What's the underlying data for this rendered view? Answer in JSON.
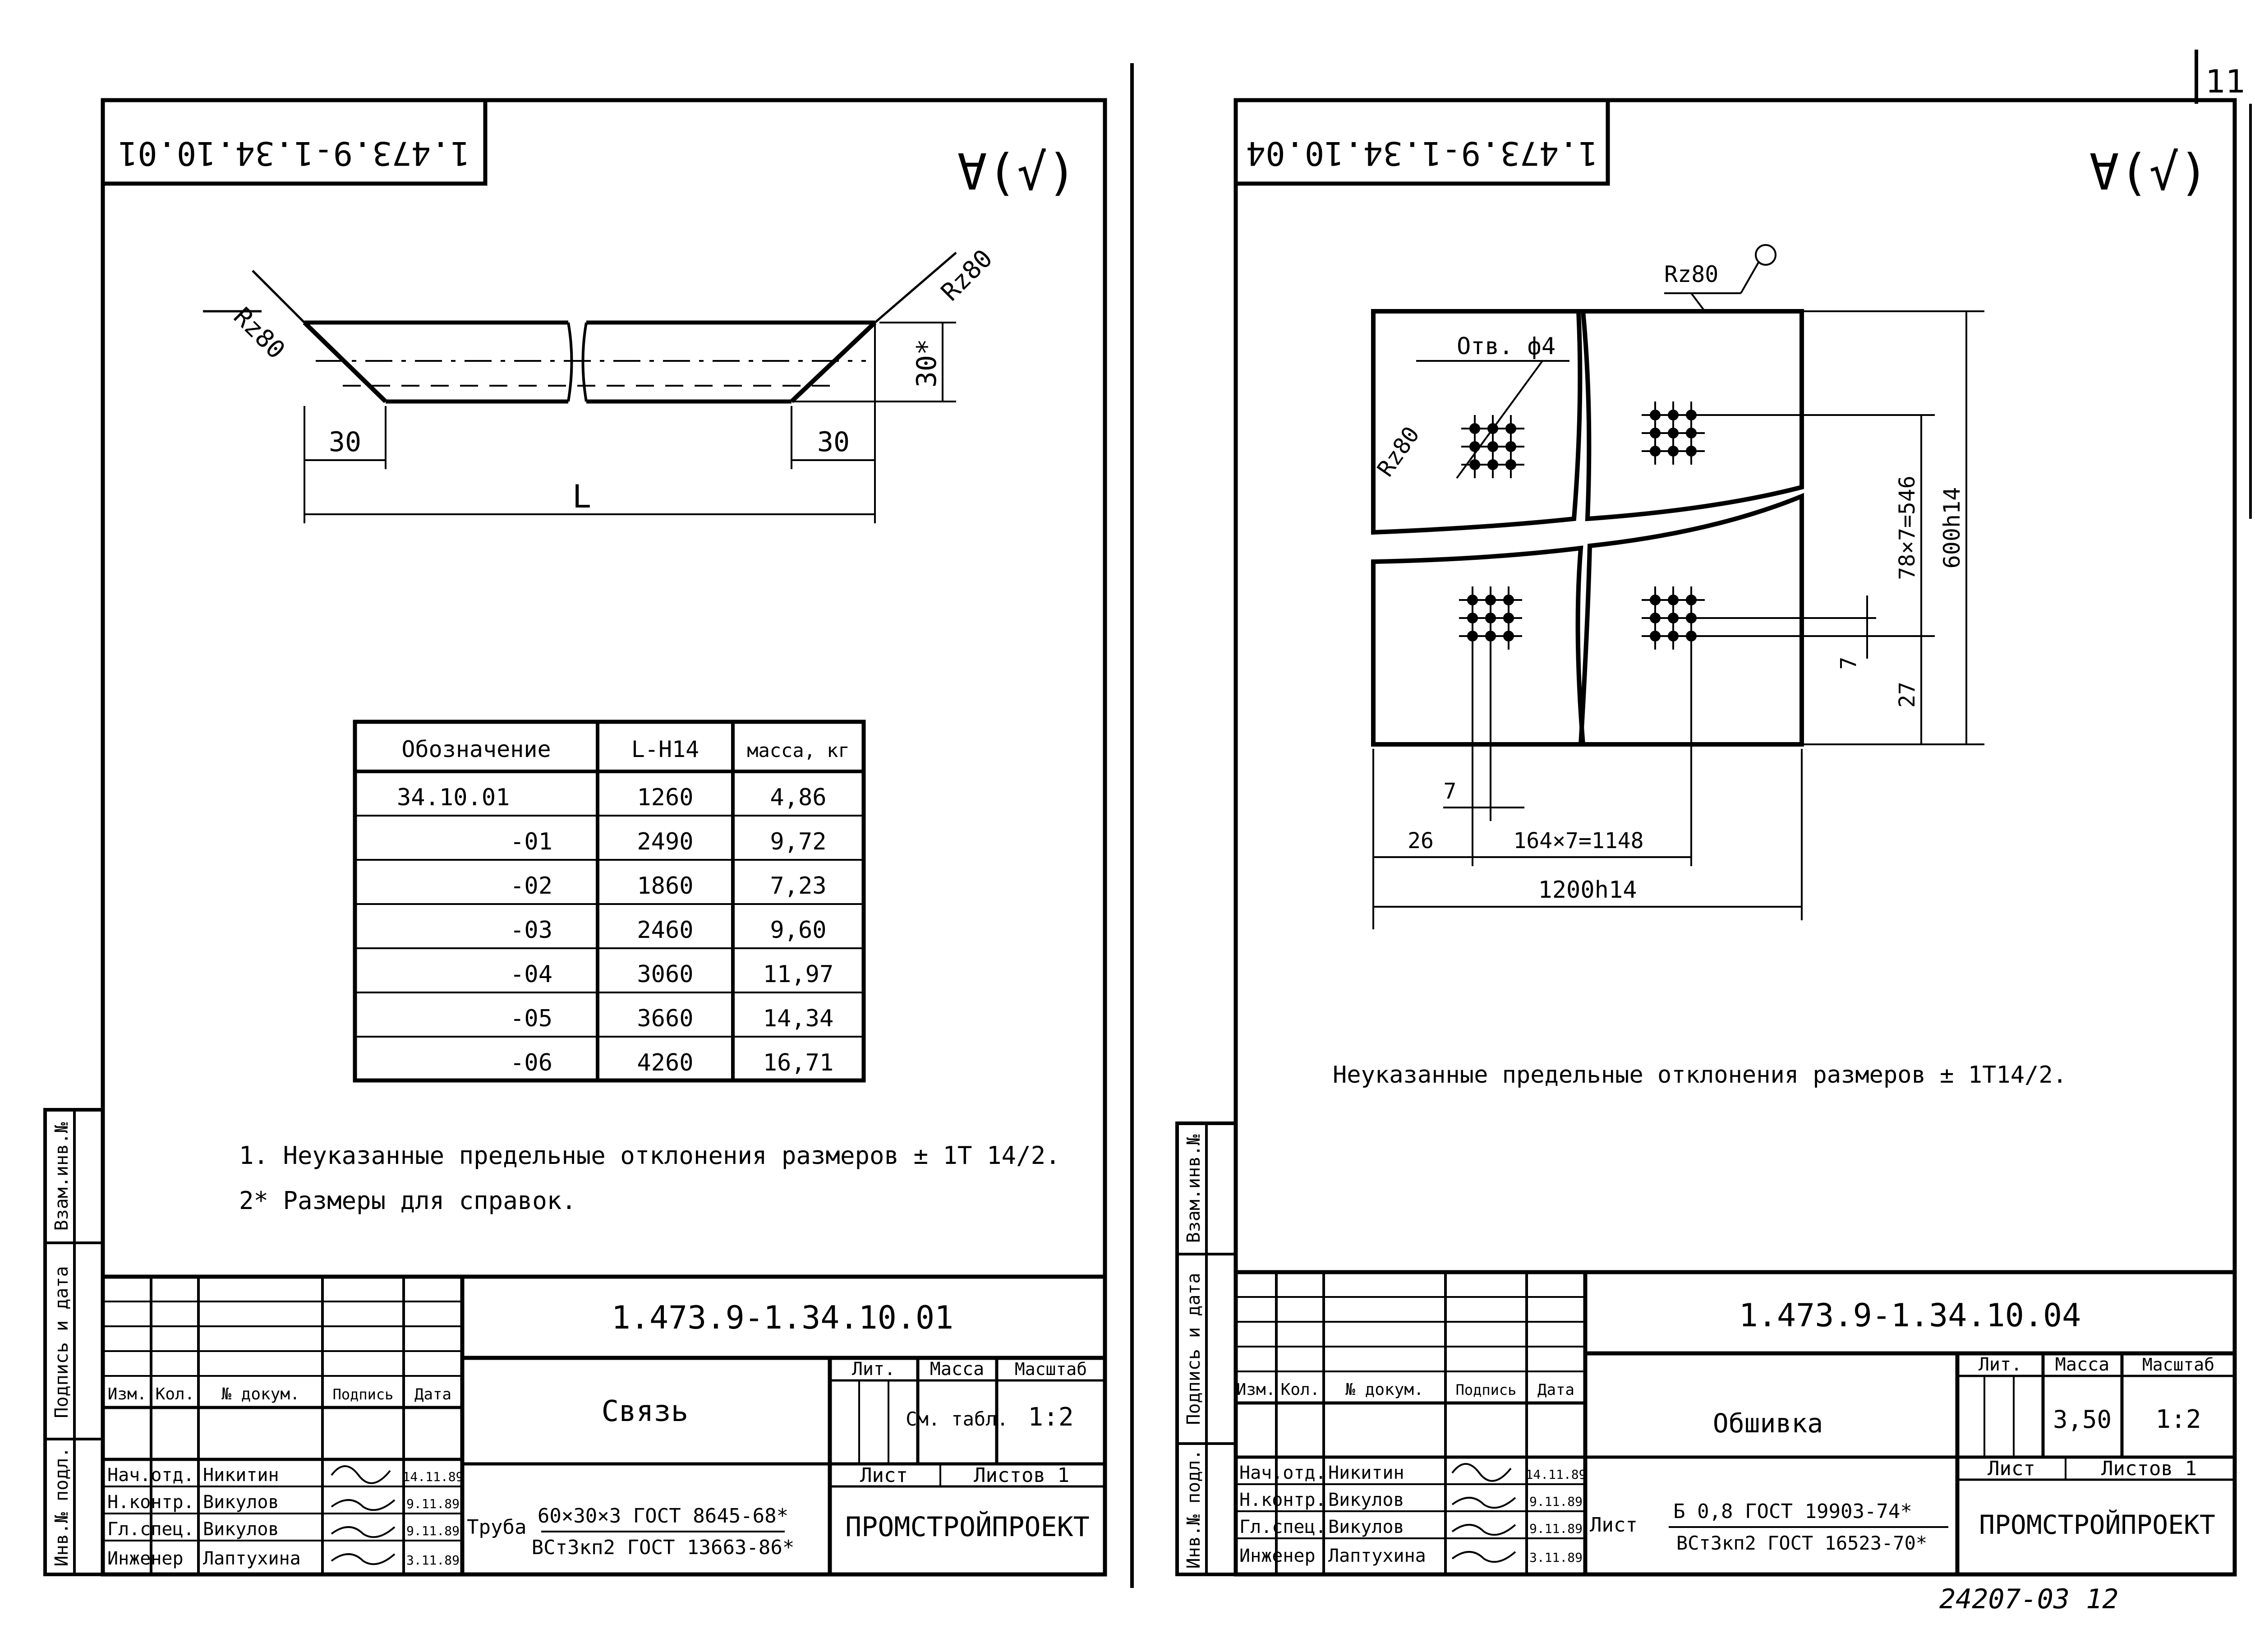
{
  "page_number": "11",
  "bottom_code": "24207-03  12",
  "left_sheet": {
    "mirrored_code": "1.473.9-1.34.10.01",
    "finish_mark": "∀(√)",
    "roughness": "Rz80",
    "dims": {
      "chamfer_left": "30",
      "chamfer_right": "30",
      "height": "30*",
      "length": "L"
    },
    "table": {
      "headers": [
        "Обозначение",
        "L-H14",
        "масса, кг"
      ],
      "rows": [
        [
          "34.10.01",
          "1260",
          "4,86"
        ],
        [
          "-01",
          "2490",
          "9,72"
        ],
        [
          "-02",
          "1860",
          "7,23"
        ],
        [
          "-03",
          "2460",
          "9,60"
        ],
        [
          "-04",
          "3060",
          "11,97"
        ],
        [
          "-05",
          "3660",
          "14,34"
        ],
        [
          "-06",
          "4260",
          "16,71"
        ]
      ]
    },
    "notes": [
      "1. Неуказанные предельные отклонения размеров ± 1Т 14/2.",
      "2* Размеры для справок."
    ],
    "title_block": {
      "doc_code": "1.473.9-1.34.10.01",
      "name": "Связь",
      "lit_label": "Лит.",
      "mass_label": "Масса",
      "scale_label": "Масштаб",
      "mass": "См. табл.",
      "scale": "1:2",
      "sheet_label": "Лист",
      "sheets_label": "Листов 1",
      "material_prefix": "Труба",
      "material_top": "60×30×3 ГОСТ 8645-68*",
      "material_bottom": "ВСт3кп2 ГОСТ 13663-86*",
      "org": "ПРОМСТРОЙПРОЕКТ",
      "header_cols": [
        "Изм.",
        "Кол.",
        "№ докум.",
        "Подпись",
        "Дата"
      ],
      "staff": [
        {
          "role": "Нач.отд.",
          "name": "Никитин",
          "date": "14.11.89"
        },
        {
          "role": "Н.контр.",
          "name": "Викулов",
          "date": "9.11.89"
        },
        {
          "role": "Гл.спец.",
          "name": "Викулов",
          "date": "9.11.89"
        },
        {
          "role": "Инженер",
          "name": "Лаптухина",
          "date": "3.11.89"
        }
      ]
    }
  },
  "right_sheet": {
    "mirrored_code": "1.473.9-1.34.10.04",
    "finish_mark": "∀(√)",
    "roughness": "Rz80",
    "hole_label": "Отв. ф4",
    "dims": {
      "vertical_total": "600h14",
      "vertical_pitch": "78×7=546",
      "vertical_offset": "27",
      "vertical_small": "7",
      "horizontal_total": "1200h14",
      "horizontal_pitch": "164×7=1148",
      "horizontal_offset": "26",
      "horizontal_small": "7"
    },
    "note": "Неуказанные предельные отклонения размеров ± 1Т14/2.",
    "title_block": {
      "doc_code": "1.473.9-1.34.10.04",
      "name": "Обшивка",
      "lit_label": "Лит.",
      "mass_label": "Масса",
      "scale_label": "Масштаб",
      "mass": "3,50",
      "scale": "1:2",
      "sheet_label": "Лист",
      "sheets_label": "Листов 1",
      "material_prefix": "Лист",
      "material_top": "Б 0,8 ГОСТ 19903-74*",
      "material_bottom": "ВСт3кп2 ГОСТ 16523-70*",
      "org": "ПРОМСТРОЙПРОЕКТ",
      "header_cols": [
        "Изм.",
        "Кол.",
        "№ докум.",
        "Подпись",
        "Дата"
      ],
      "staff": [
        {
          "role": "Нач.отд.",
          "name": "Никитин",
          "date": "14.11.89"
        },
        {
          "role": "Н.контр.",
          "name": "Викулов",
          "date": "9.11.89"
        },
        {
          "role": "Гл.спец.",
          "name": "Викулов",
          "date": "9.11.89"
        },
        {
          "role": "Инженер",
          "name": "Лаптухина",
          "date": "3.11.89"
        }
      ]
    }
  },
  "side_stamp": [
    "Инв.№ подл.",
    "Подпись и дата",
    "Взам.инв.№"
  ]
}
